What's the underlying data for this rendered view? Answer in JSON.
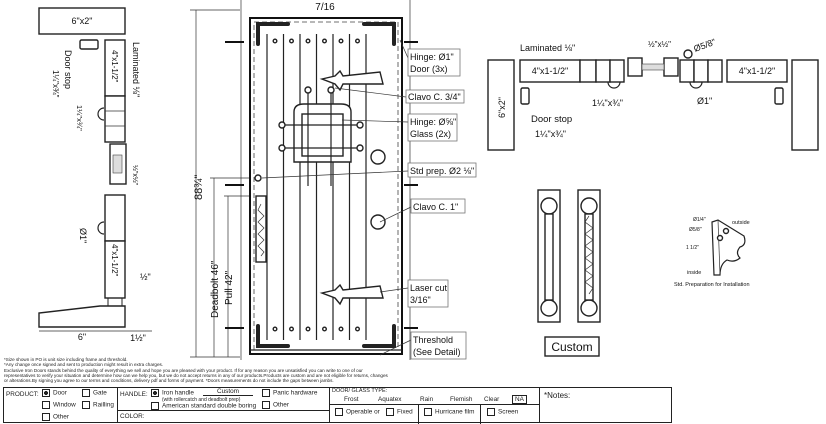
{
  "section_left": {
    "header_board": "6\"x2\"",
    "door_stop": "Door stop",
    "door_stop_size": "1¼\"x¾\"",
    "laminated": "Laminated ⅛\"",
    "stile_top": "4\"x1-1/2\"",
    "stile_bottom": "4\"x1-1/2\"",
    "tube_size": "1¼\"x¾\"",
    "glass_stop": "½\"x½\"",
    "hinge_dia": "Ø1\"",
    "threshold_gap": "½\"",
    "sill_width": "6\"",
    "sill_height": "1½\""
  },
  "door": {
    "width_dim": "7/16",
    "height_dim": "88¾\"",
    "deadbolt": "Deadbolt 46\"",
    "pull": "Pull 42\"",
    "labels": {
      "hinge_door": [
        "Hinge: Ø1\"",
        "Door (3x)"
      ],
      "clavo_34": "Clavo C. 3/4\"",
      "hinge_glass": [
        "Hinge: Ø⅝\"",
        "Glass (2x)"
      ],
      "std_prep": "Std prep. Ø2 ⅛\"",
      "clavo_1": "Clavo C. 1\"",
      "laser_cut": [
        "Laser cut",
        "3/16\""
      ],
      "threshold": [
        "Threshold",
        "(See Detail)"
      ]
    }
  },
  "section_top": {
    "laminated": "Laminated ⅛\"",
    "glass_stop": "½\"x½\"",
    "bolt": "Ø5/8\"",
    "stile_left": "4\"x1-1/2\"",
    "stile_right": "4\"x1-1/2\"",
    "jamb": "6\"x2\"",
    "tube_size": "1¼\"x¾\"",
    "hinge_dia": "Ø1\"",
    "door_stop": "Door stop",
    "door_stop_size": "1¼\"x¾\""
  },
  "handle": {
    "label": "Custom"
  },
  "install_prep": {
    "d14": "Ø1/4\"",
    "d58": "Ø5/8\"",
    "d112": "1 1/2\"",
    "outside": "outside",
    "inside": "inside",
    "caption": "Std. Preparation for Installation"
  },
  "notes": [
    "*Size shown in PO is unit size including frame and threshold.",
    "*Any change once signed and sent to production might result in extra charges.",
    "Exclusive Iron Doors stands behind the quality of everything we sell and hope you are pleased with your product. If for any reason you are unsatisfied you can write to one of our",
    "representatives to verify your situation and determine how can we help you, but we do not accept returns in any of our products.Products are custom and are not eligible for returns, changes",
    "or alterations.By signing you agree to our terms and conditions, delivery pdf and forms of payment. *Doors measurements do not include the gaps between jambs."
  ],
  "form": {
    "product_label": "PRODUCT:",
    "product_options": [
      {
        "label": "Door",
        "checked": true
      },
      {
        "label": "Gate",
        "checked": false
      },
      {
        "label": "Window",
        "checked": false
      },
      {
        "label": "Railling",
        "checked": false
      },
      {
        "label": "Other",
        "checked": false
      }
    ],
    "handle_label": "HANDLE:",
    "iron_handle": "Iron handle",
    "iron_handle_value": "Custom",
    "iron_handle_note": "(with rollercatch and deadbolt prep)",
    "american": "American standard double boring",
    "panic": "Panic hardware",
    "other": "Other",
    "color_label": "COLOR:",
    "glass_type_label": "DOOR/ GLASS TYPE:",
    "glass_types": [
      "Frost",
      "Aquatex",
      "Rain",
      "Flemish",
      "Clear",
      "NA"
    ],
    "glass_selected": "NA",
    "operable": "Operable",
    "or": "or",
    "fixed": "Fixed",
    "hurricane": "Hurricane film",
    "screen": "Screen",
    "notes_label": "*Notes:"
  }
}
